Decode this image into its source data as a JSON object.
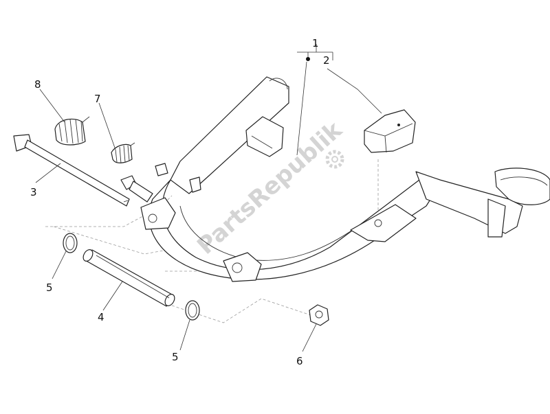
{
  "callouts": {
    "c1": "1",
    "c2": "2",
    "c3": "3",
    "c4": "4",
    "c5a": "5",
    "c5b": "5",
    "c6": "6",
    "c7": "7",
    "c8": "8"
  },
  "watermark": {
    "text": "PartsRepublik"
  }
}
